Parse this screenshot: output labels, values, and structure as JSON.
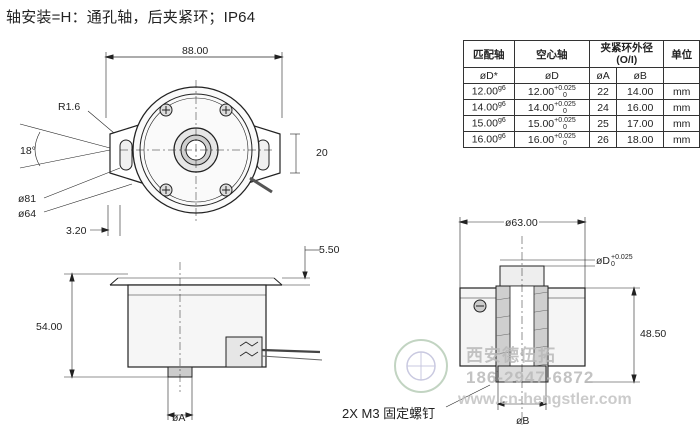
{
  "title": "轴安装=H：通孔轴，后夹紧环；IP64",
  "top_view": {
    "width_dim": "88.00",
    "radius_label": "R1.6",
    "angle_label": "18°",
    "height_dim": "20",
    "outer_diameter": "ø81",
    "inner_diameter": "ø64",
    "offset_dim": "3.20"
  },
  "side_view": {
    "flange_dim": "5.50",
    "height_dim": "54.00",
    "bore_label": "øA"
  },
  "section_view": {
    "width_dim": "ø63.00",
    "shaft_label": "øD",
    "shaft_tol_upper": "+0.025",
    "shaft_tol_lower": "0",
    "height_dim": "48.50",
    "clamp_label": "øB",
    "screw_note": "2X M3 固定螺钉"
  },
  "spec_table": {
    "headers": [
      "匹配轴",
      "空心轴",
      "夹紧环外径",
      "单位"
    ],
    "header_sub": "(O/I)",
    "subheaders": [
      "øD*",
      "øD",
      "øA",
      "øB"
    ],
    "fit": "g6",
    "tol_upper": "+0.025",
    "tol_lower": "0",
    "rows": [
      {
        "shaft": "12.00",
        "hollow": "12.00",
        "a": "22",
        "b": "14.00",
        "unit": "mm"
      },
      {
        "shaft": "14.00",
        "hollow": "14.00",
        "a": "24",
        "b": "16.00",
        "unit": "mm"
      },
      {
        "shaft": "15.00",
        "hollow": "15.00",
        "a": "25",
        "b": "17.00",
        "unit": "mm"
      },
      {
        "shaft": "16.00",
        "hollow": "16.00",
        "a": "26",
        "b": "18.00",
        "unit": "mm"
      }
    ]
  },
  "watermark": {
    "company": "西安德伍拓",
    "phone": "186-2947-6872",
    "url": "www.cn-hengstler.com"
  }
}
